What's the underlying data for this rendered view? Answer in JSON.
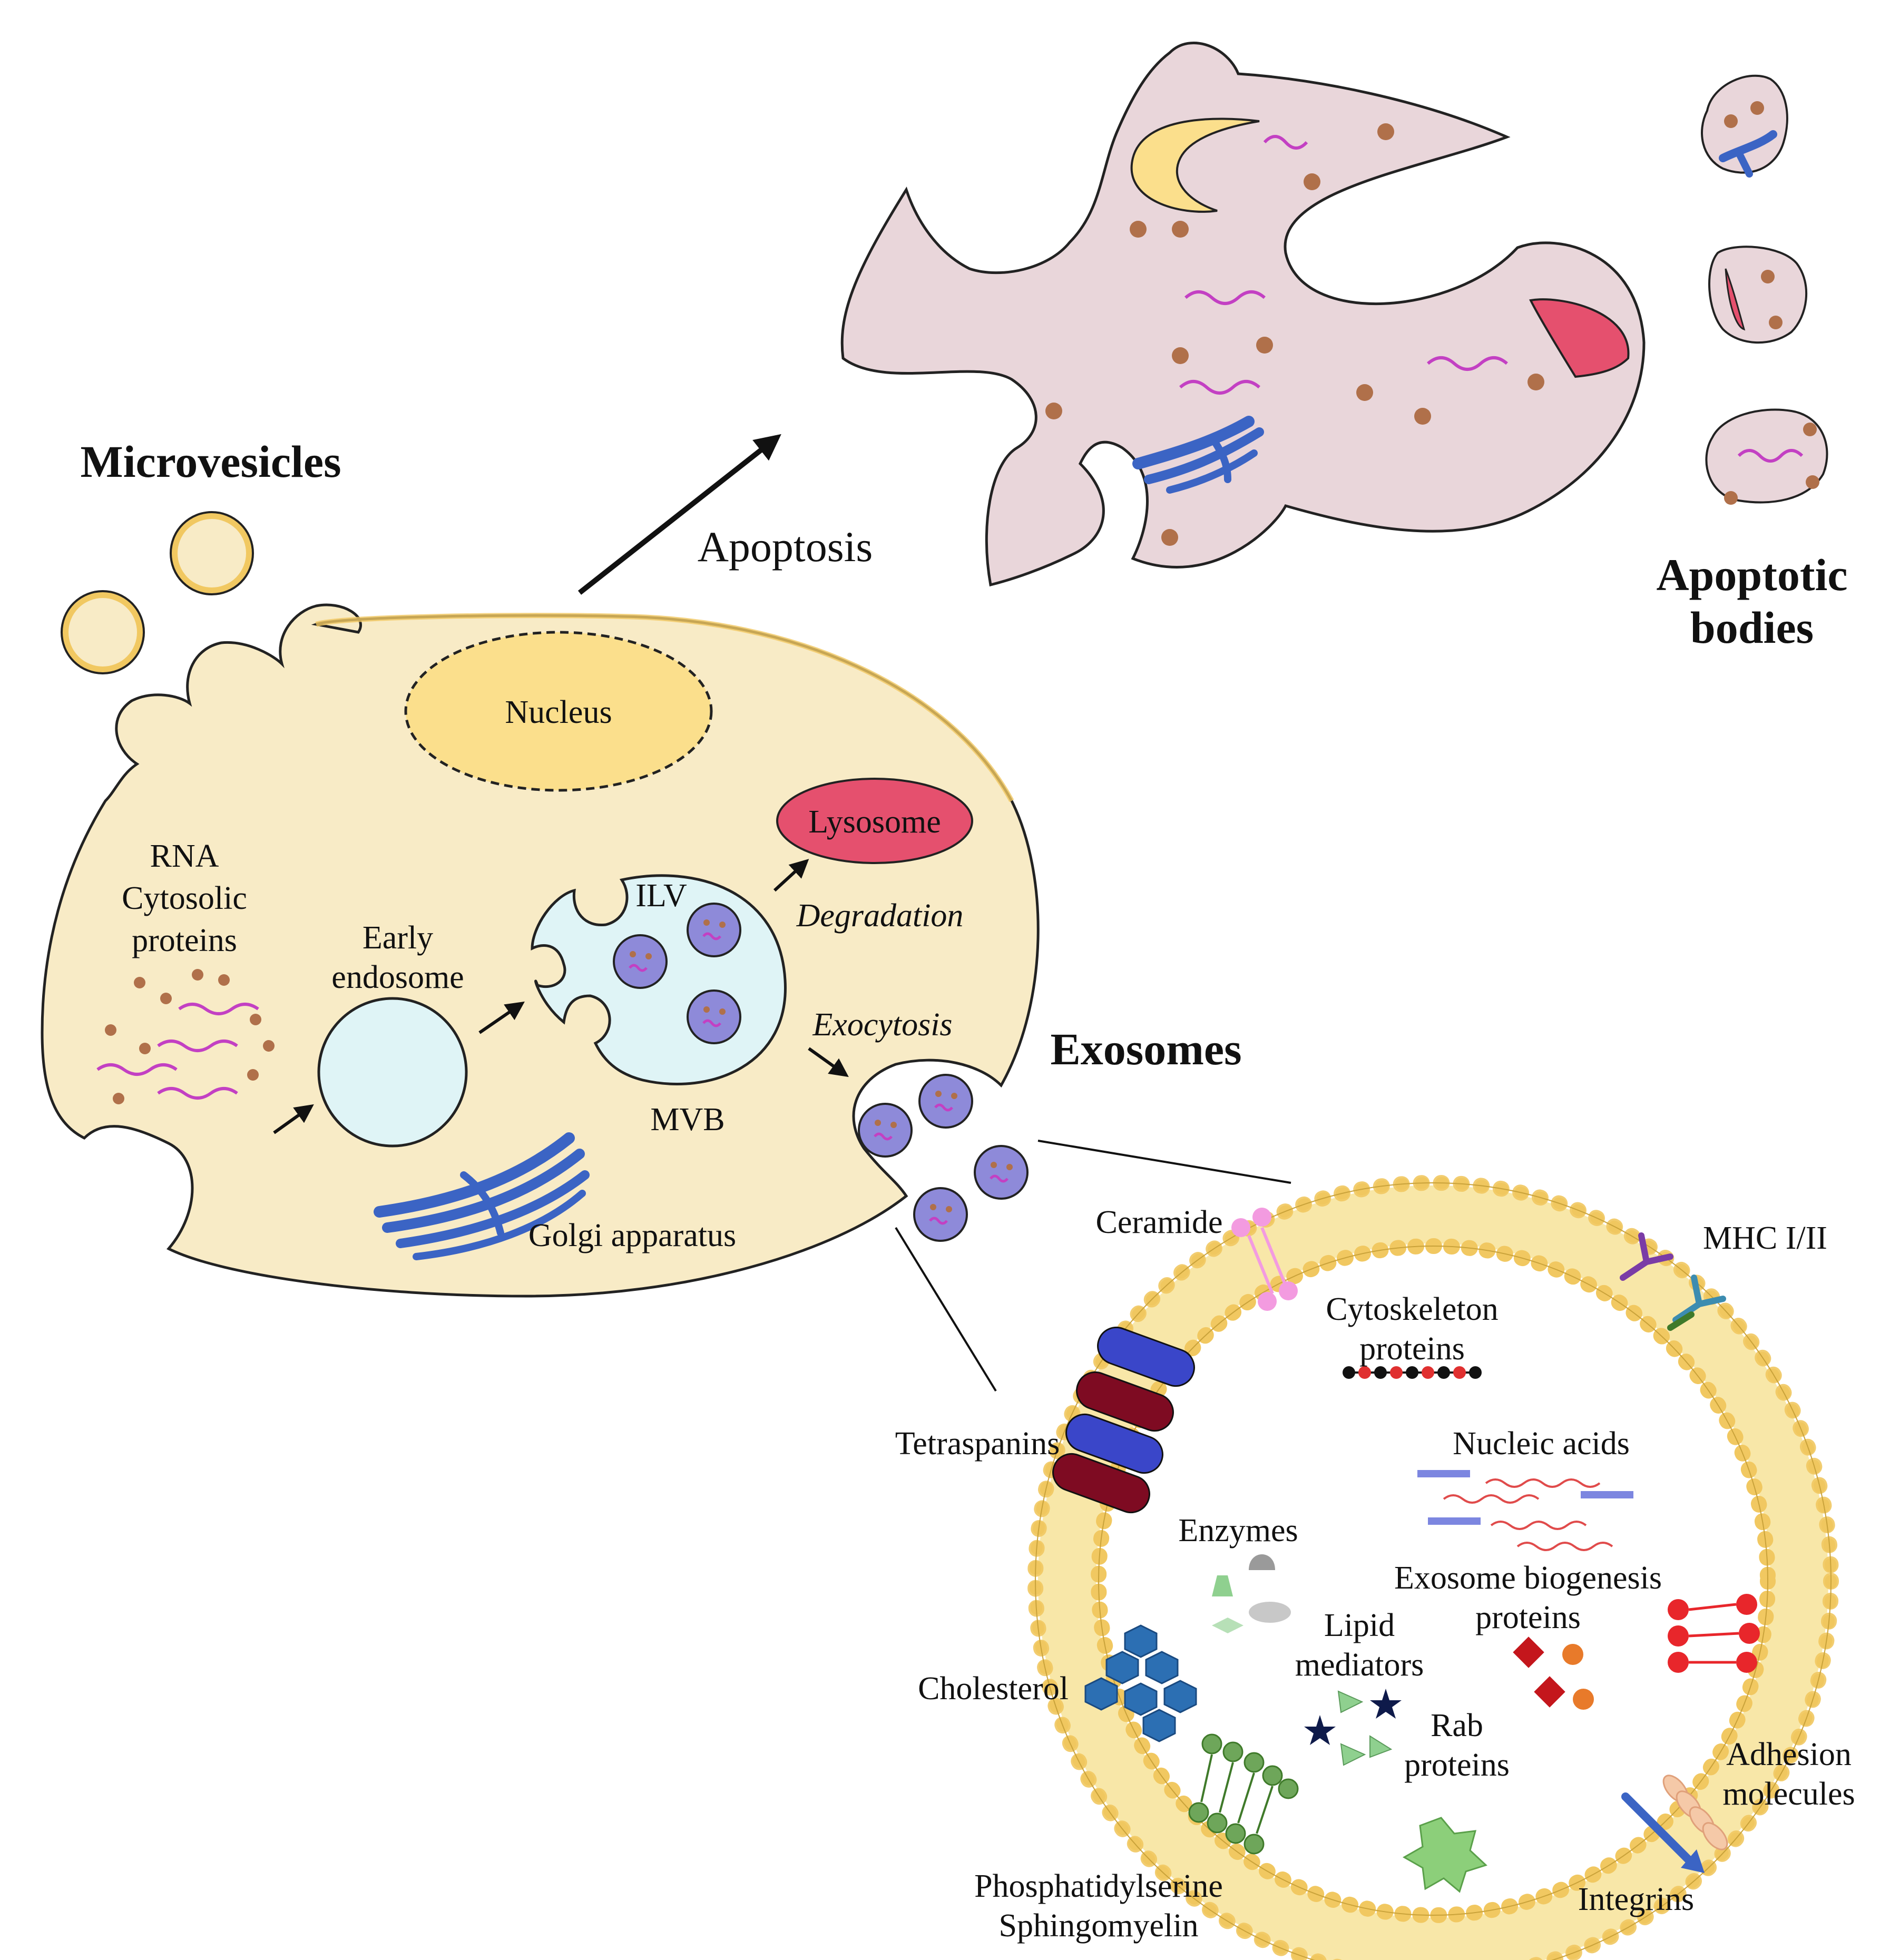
{
  "titles": {
    "microvesicles": "Microvesicles",
    "apoptotic_1": "Apoptotic",
    "apoptotic_2": "bodies",
    "exosomes": "Exosomes"
  },
  "process": {
    "apoptosis": "Apoptosis",
    "degradation": "Degradation",
    "exocytosis": "Exocytosis"
  },
  "cell": {
    "nucleus": "Nucleus",
    "lysosome": "Lysosome",
    "ilv": "ILV",
    "mvb": "MVB",
    "early_1": "Early",
    "early_2": "endosome",
    "golgi": "Golgi apparatus",
    "rna_1": "RNA",
    "rna_2": "Cytosolic",
    "rna_3": "proteins"
  },
  "exosome": {
    "ceramide": "Ceramide",
    "mhc": "MHC I/II",
    "cyto_1": "Cytoskeleton",
    "cyto_2": "proteins",
    "tetraspanins": "Tetraspanins",
    "nucleic": "Nucleic acids",
    "enzymes": "Enzymes",
    "bio_1": "Exosome biogenesis",
    "bio_2": "proteins",
    "lipid_1": "Lipid",
    "lipid_2": "mediators",
    "cholesterol": "Cholesterol",
    "rab_1": "Rab",
    "rab_2": "proteins",
    "adhesion_1": "Adhesion",
    "adhesion_2": "molecules",
    "ps_1": "Phosphatidylserine",
    "ps_2": "Sphingomyelin",
    "integrins": "Integrins"
  },
  "colors": {
    "cell_fill": "#f8ebc6",
    "membrane": "#f1c861",
    "nucleus": "#fbdf8c",
    "endosome": "#dff4f6",
    "lysosome": "#e5506e",
    "vesicle": "#8e8ad9",
    "apoptotic_fill": "#e9d6da",
    "rna": "#c340c3",
    "dots": "#b0704a",
    "golgi": "#3b64c4"
  }
}
